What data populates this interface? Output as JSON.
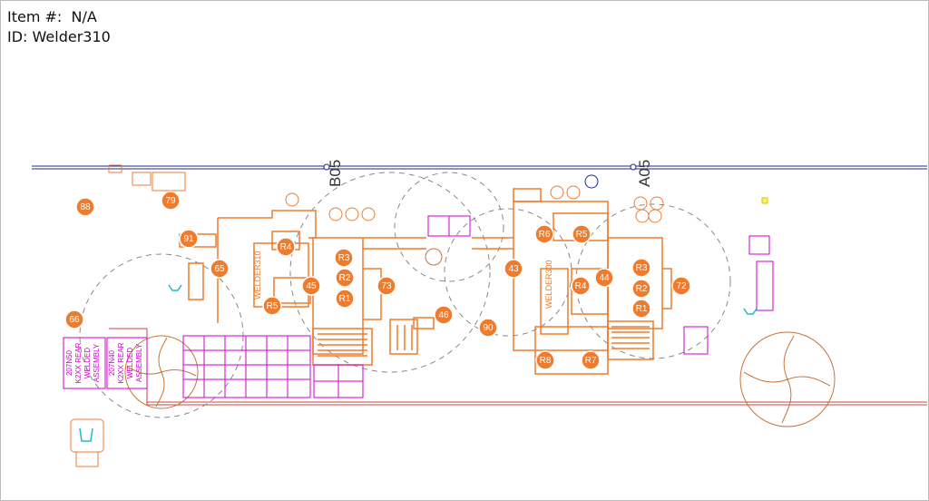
{
  "header": {
    "item_label": "Item #:",
    "item_value": "N/A",
    "id_label": "ID:",
    "id_value": "Welder310"
  },
  "columns": [
    {
      "label": "B05"
    },
    {
      "label": "A05"
    }
  ],
  "stations": [
    {
      "label": "88"
    },
    {
      "label": "79"
    },
    {
      "label": "91"
    },
    {
      "label": "65"
    },
    {
      "label": "R4"
    },
    {
      "label": "R3"
    },
    {
      "label": "R2"
    },
    {
      "label": "R1"
    },
    {
      "label": "45"
    },
    {
      "label": "R5"
    },
    {
      "label": "73"
    },
    {
      "label": "66"
    },
    {
      "label": "46"
    },
    {
      "label": "90"
    },
    {
      "label": "43"
    },
    {
      "label": "R6"
    },
    {
      "label": "R5"
    },
    {
      "label": "44"
    },
    {
      "label": "R4"
    },
    {
      "label": "R3"
    },
    {
      "label": "R2"
    },
    {
      "label": "R1"
    },
    {
      "label": "72"
    },
    {
      "label": "R8"
    },
    {
      "label": "R7"
    }
  ],
  "bins": [
    {
      "lines": [
        "207N50",
        "K2XX REAR",
        "WELDED",
        "ASSEMBLY"
      ]
    },
    {
      "lines": [
        "207N40",
        "K2XX REAR",
        "WELDED",
        "ASSEMBLY"
      ]
    }
  ],
  "colors": {
    "orange": "#ef7b2c",
    "magenta": "#cc00cc",
    "blue": "#1e2a8c",
    "red": "#cc4444",
    "cyan": "#22b8c8"
  }
}
